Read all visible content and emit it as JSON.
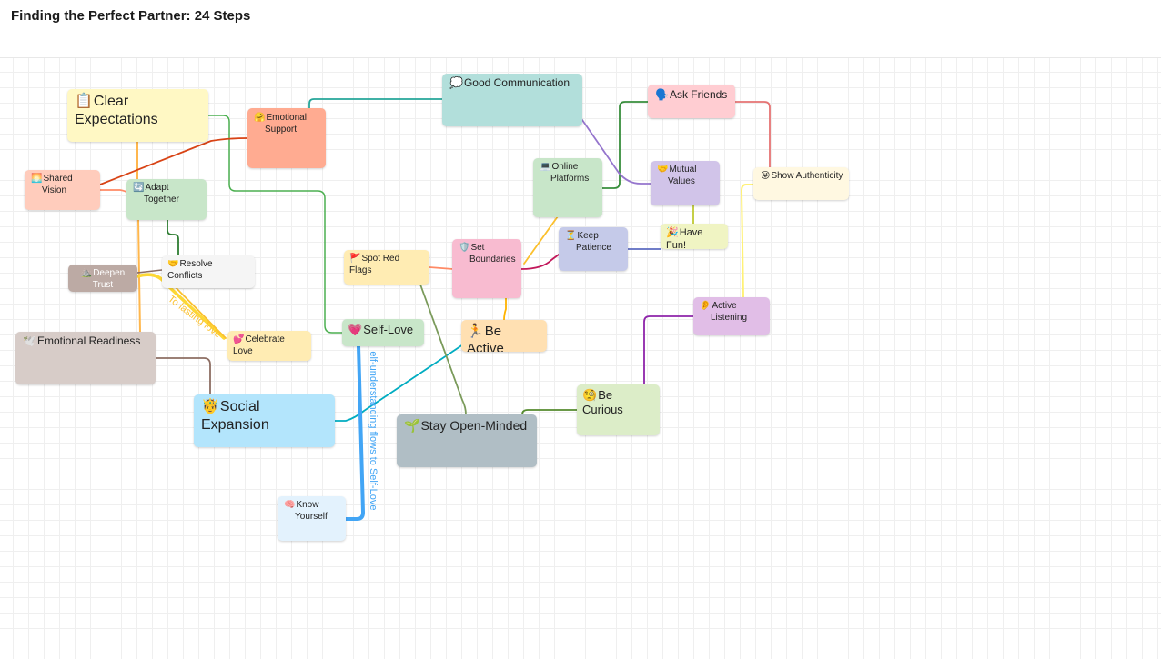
{
  "title": "Finding the Perfect Partner: 24 Steps",
  "edge_labels": {
    "lasting_love": "To lasting love",
    "self_flow": "Self-understanding flows to Self-Love"
  },
  "nodes": {
    "clear_expectations": {
      "icon": "📋",
      "label": "Clear Expectations",
      "color": "#fff8c4"
    },
    "emotional_support": {
      "icon": "🤗",
      "label": "Emotional Support",
      "color": "#ffab91"
    },
    "good_communication": {
      "icon": "💭",
      "label": "Good Communication",
      "color": "#b2dfdb"
    },
    "ask_friends": {
      "icon": "🗣️",
      "label": "Ask Friends",
      "color": "#ffcdd2"
    },
    "shared_vision": {
      "icon": "🌅",
      "label": "Shared Vision",
      "color": "#ffccbc"
    },
    "adapt_together": {
      "icon": "🔄",
      "label": "Adapt Together",
      "color": "#c8e6c9"
    },
    "online_platforms": {
      "icon": "💻",
      "label": "Online Platforms",
      "color": "#c8e6c9"
    },
    "mutual_values": {
      "icon": "🤝",
      "label": "Mutual Values",
      "color": "#d1c4e9"
    },
    "show_authenticity": {
      "icon": "😜",
      "label": "Show Authenticity",
      "color": "#fff8e1"
    },
    "resolve_conflicts": {
      "icon": "🤝",
      "label": "Resolve Conflicts",
      "color": "#f5f5f5"
    },
    "deepen_trust": {
      "icon": "⛰️",
      "label": "Deepen Trust",
      "color": "#bcaaa4"
    },
    "spot_red_flags": {
      "icon": "🚩",
      "label": "Spot Red Flags",
      "color": "#ffecb3"
    },
    "set_boundaries": {
      "icon": "🛡️",
      "label": "Set Boundaries",
      "color": "#f8bbd0"
    },
    "keep_patience": {
      "icon": "⏳",
      "label": "Keep Patience",
      "color": "#c5cae9"
    },
    "have_fun": {
      "icon": "🎉",
      "label": "Have Fun!",
      "color": "#f0f4c3"
    },
    "active_listening": {
      "icon": "👂",
      "label": "Active Listening",
      "color": "#e1bee7"
    },
    "emotional_readiness": {
      "icon": "🕊️",
      "label": "Emotional Readiness",
      "color": "#d7ccc8"
    },
    "celebrate_love": {
      "icon": "💕",
      "label": "Celebrate Love",
      "color": "#ffecb3"
    },
    "self_love": {
      "icon": "💗",
      "label": "Self-Love",
      "color": "#c8e6c9"
    },
    "be_active": {
      "icon": "🏃",
      "label": "Be Active",
      "color": "#ffe0b2"
    },
    "social_expansion": {
      "icon": "🤴",
      "label": "Social Expansion",
      "color": "#b3e5fc"
    },
    "stay_open_minded": {
      "icon": "🌱",
      "label": "Stay Open-Minded",
      "color": "#b0bec5"
    },
    "be_curious": {
      "icon": "🧐",
      "label": "Be Curious",
      "color": "#dcedc8"
    },
    "know_yourself": {
      "icon": "🧠",
      "label": "Know Yourself",
      "color": "#e3f2fd"
    }
  }
}
